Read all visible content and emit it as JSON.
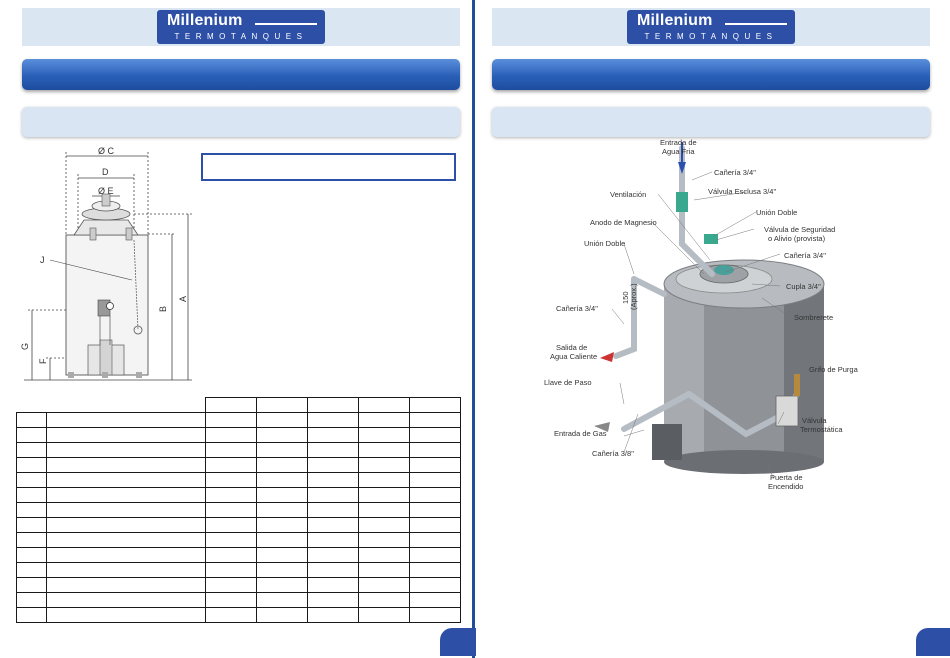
{
  "brand": {
    "name": "Millenium",
    "subtitle": "TERMOTANQUES"
  },
  "left_page": {
    "dimension_labels": {
      "c": "Ø C",
      "d": "D",
      "e": "Ø E",
      "j": "J",
      "b": "B",
      "a": "A",
      "g": "G",
      "f": "F"
    },
    "table": {
      "value_columns": 5,
      "rows": 14
    }
  },
  "right_page": {
    "labels": {
      "entrada_agua_fria_1": "Entrada de",
      "entrada_agua_fria_2": "Agua Fria",
      "caneria_34_top": "Cañería 3/4\"",
      "valvula_esclusa": "Válvula Esclusa 3/4\"",
      "ventilacion": "Ventilación",
      "union_doble_right": "Unión Doble",
      "anodo": "Anodo de Magnesio",
      "valvula_seguridad_1": "Válvula de Seguridad",
      "valvula_seguridad_2": "o Alivio (provista)",
      "union_doble_left": "Unión Doble",
      "caneria_34_mid": "Cañería 3/4\"",
      "cupla": "Cupla 3/4\"",
      "dim_150": "150",
      "dim_aprox": "(Aprox.)",
      "caneria_34_left": "Cañería 3/4\"",
      "sombrerete": "Sombrerete",
      "salida_1": "Salida de",
      "salida_2": "Agua Caliente",
      "grifo": "Grifo de Purga",
      "llave_paso": "Llave de Paso",
      "valvula_termo_1": "Válvula",
      "valvula_termo_2": "Termostática",
      "entrada_gas": "Entrada de Gas",
      "caneria_38": "Cañería 3/8\"",
      "puerta_1": "Puerta de",
      "puerta_2": "Encendido"
    }
  }
}
